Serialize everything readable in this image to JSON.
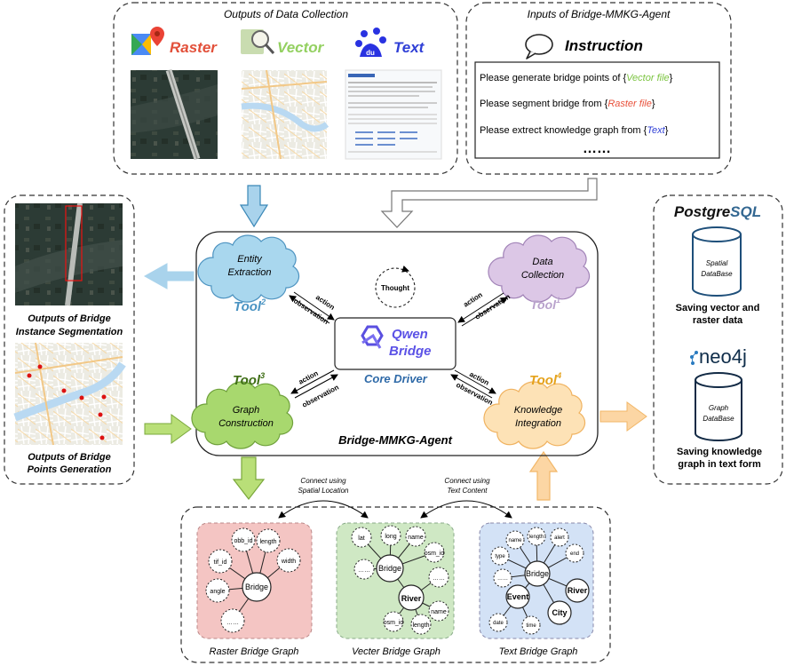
{
  "data_collection": {
    "title": "Outputs of Data Collection",
    "labels": {
      "raster": "Raster",
      "vector": "Vector",
      "text": "Text"
    }
  },
  "inputs": {
    "title": "Inputs of Bridge-MMKG-Agent",
    "header": "Instruction",
    "lines": [
      {
        "pre": "Please generate bridge points of {",
        "tok": "Vector file",
        "post": "}",
        "color": "#7cc441"
      },
      {
        "pre": "Please segment bridge from {",
        "tok": "Raster file",
        "post": "}",
        "color": "#e8503a"
      },
      {
        "pre": "Please extrect knowledge graph from {",
        "tok": "Text",
        "post": "}",
        "color": "#2f3fd6"
      }
    ],
    "ellipsis": "……"
  },
  "left_outputs": {
    "seg": {
      "line1": "Outputs of Bridge",
      "line2": "Instance Segmentation"
    },
    "pts": {
      "line1": "Outputs of Bridge",
      "line2": "Points Generation"
    }
  },
  "right_storage": {
    "pg_a": "Postgre",
    "pg_b": "SQL",
    "spatial_db": {
      "line1": "Spatial",
      "line2": "DataBase"
    },
    "spatial_caption": {
      "line1": "Saving vector and",
      "line2": "raster data"
    },
    "neo4j": "neo4j",
    "graph_db": {
      "line1": "Graph",
      "line2": "DataBase"
    },
    "graph_caption": {
      "line1": "Saving knowledge",
      "line2": "graph in text form"
    }
  },
  "agent": {
    "title": "Bridge-MMKG-Agent",
    "core_driver": "Core Driver",
    "qwen": "Qwen",
    "bridge": "Bridge",
    "thought": "Thought",
    "action": "action",
    "observation": "observation",
    "tool_word": "Tool",
    "tools": {
      "entity": {
        "line1": "Entity",
        "line2": "Extraction",
        "sup": "2"
      },
      "collection": {
        "line1": "Data",
        "line2": "Collection",
        "sup": "1"
      },
      "construction": {
        "line1": "Graph",
        "line2": "Construction",
        "sup": "3"
      },
      "integration": {
        "line1": "Knowledge",
        "line2": "Integration",
        "sup": "4"
      }
    }
  },
  "connect": {
    "spatial": {
      "line1": "Connect using",
      "line2": "Spatial Location"
    },
    "text": {
      "line1": "Connect using",
      "line2": "Text Content"
    }
  },
  "graphs": {
    "raster": {
      "caption": "Raster Bridge Graph",
      "center": "Bridge",
      "attrs": [
        "obb_id",
        "length",
        "tif_id",
        "width",
        "angle",
        "……"
      ]
    },
    "vector": {
      "caption": "Vecter Bridge Graph",
      "center": "Bridge",
      "river": "River",
      "attrs": [
        "lat",
        "long",
        "name",
        "osm_id",
        "……"
      ],
      "river_attrs": [
        "……",
        "name",
        "osm_id",
        "length"
      ]
    },
    "text": {
      "caption": "Text Bridge Graph",
      "center": "Bridge",
      "attrs": [
        "name",
        "length",
        "alert",
        "type",
        "end",
        "……"
      ],
      "entities": [
        "Event",
        "River",
        "City"
      ],
      "event_attrs": [
        "date",
        "time"
      ]
    }
  },
  "colors": {
    "blue_tool": "#a9d7ee",
    "purple_tool": "#dcc7e6",
    "green_tool": "#a8d86e",
    "orange_tool": "#fde2b6",
    "raster_panel": "#f4c5c3",
    "vector_panel": "#cfe8c4",
    "text_panel": "#d3e2f6",
    "arrow_blue": "#a9d3ec",
    "arrow_green": "#b9df78",
    "arrow_orange": "#fcd6a4"
  }
}
